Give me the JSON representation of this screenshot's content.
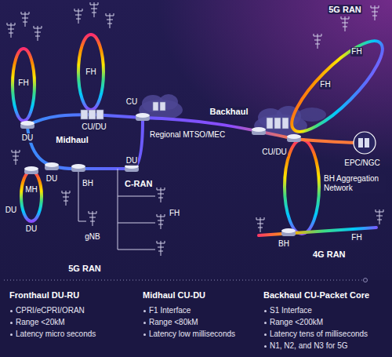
{
  "diagram": {
    "labels": [
      "5G RAN",
      "FH",
      "FH",
      "CU/DU",
      "DU",
      "Midhaul",
      "CU",
      "Regional MTSO/MEC",
      "Backhaul",
      "FH",
      "FH",
      "CU/DU",
      "EPC/NGC",
      "MH",
      "DU",
      "DU",
      "DU",
      "BH",
      "DU",
      "C-RAN",
      "FH",
      "gNB",
      "BH Aggregation Network",
      "BH",
      "FH",
      "4G RAN",
      "5G RAN",
      "Fronthaul DU-RU",
      "CPRI/eCPRI/ORAN",
      "Range <20kM",
      "Latency micro seconds",
      "Midhaul CU-DU",
      "F1 Interface",
      "Range <80kM",
      "Latency low milliseconds",
      "Backhaul CU-Packet Core",
      "S1 Interface",
      "Range <200kM",
      "Latency tens of milliseconds",
      "N1, N2, and N3 for 5G"
    ]
  }
}
